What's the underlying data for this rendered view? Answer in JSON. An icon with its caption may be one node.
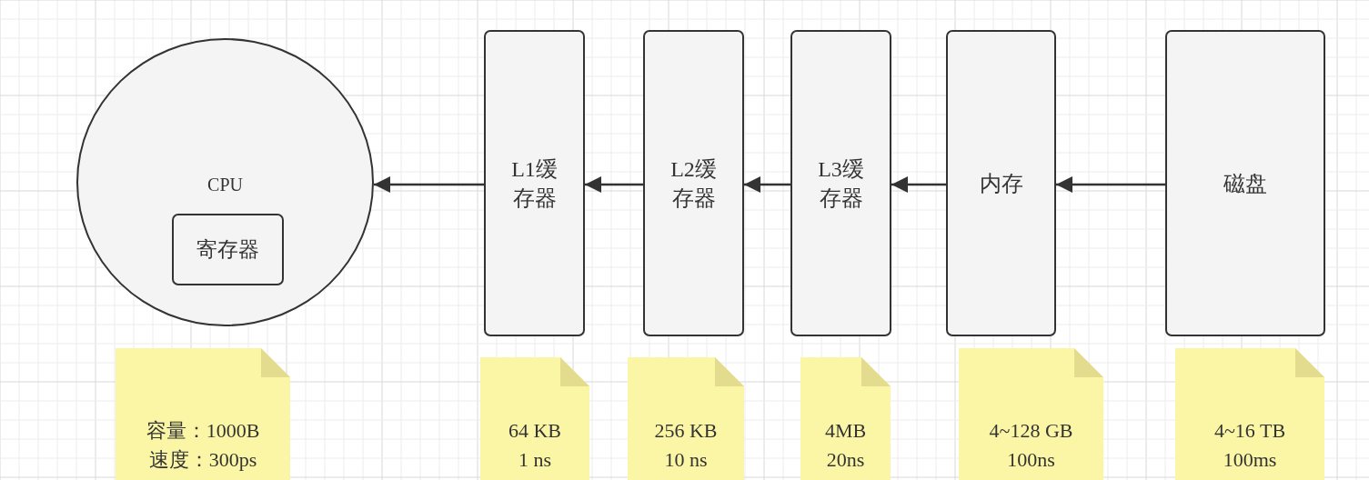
{
  "diagram": {
    "nodes": [
      {
        "text": [
          "CPU"
        ]
      },
      {
        "text": [
          "寄存器"
        ],
        "in": 0
      },
      {
        "text": [
          "L1缓存器"
        ]
      },
      {
        "text": [
          "L2缓存器"
        ]
      },
      {
        "text": [
          "L3缓存器"
        ]
      },
      {
        "text": [
          "内存"
        ]
      },
      {
        "text": [
          "磁盘"
        ]
      },
      {
        "text": [
          "容量：1000B 速度：300ps"
        ]
      },
      {
        "text": [
          "64 KB 1 ns"
        ]
      },
      {
        "text": [
          "256 KB 10 ns"
        ]
      },
      {
        "text": [
          "4MB 20ns"
        ]
      },
      {
        "text": [
          "4~128 GB 100ns"
        ]
      },
      {
        "text": [
          "4~16 TB 100ms"
        ]
      }
    ],
    "edges": [
      {
        "from": 2,
        "to": 0,
        "arrow": "to"
      },
      {
        "from": 3,
        "to": 2,
        "arrow": "to"
      },
      {
        "from": 4,
        "to": 3,
        "arrow": "to"
      },
      {
        "from": 5,
        "to": 4,
        "arrow": "to"
      },
      {
        "from": 6,
        "to": 5,
        "arrow": "to"
      }
    ]
  }
}
